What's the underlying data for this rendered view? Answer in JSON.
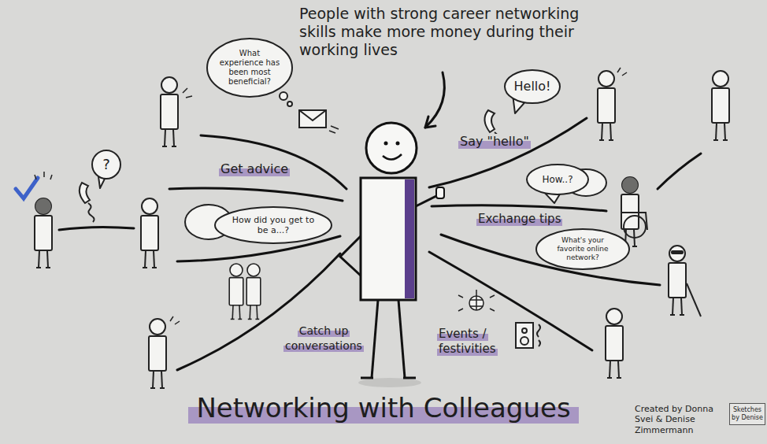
{
  "diagram": {
    "title": "Networking with Colleagues",
    "nodes": [
      {
        "text": [
          "What experience has been most beneficial?"
        ]
      },
      {
        "text": [
          "Hello!"
        ]
      },
      {
        "text": [
          "?"
        ]
      },
      {
        "text": [
          "How..?"
        ]
      },
      {
        "text": [
          "How did you get to be a...?"
        ]
      },
      {
        "text": [
          "What's your favorite online network?"
        ]
      }
    ],
    "labels": [
      "People with strong career networking skills make more money during their working lives",
      "Get advice",
      "Say \"hello\"",
      "Exchange tips",
      "Catch up conversations",
      "Events / festivities",
      "Created by Donna Svei & Denise Zimmermann",
      "Sketches by Denise"
    ]
  }
}
